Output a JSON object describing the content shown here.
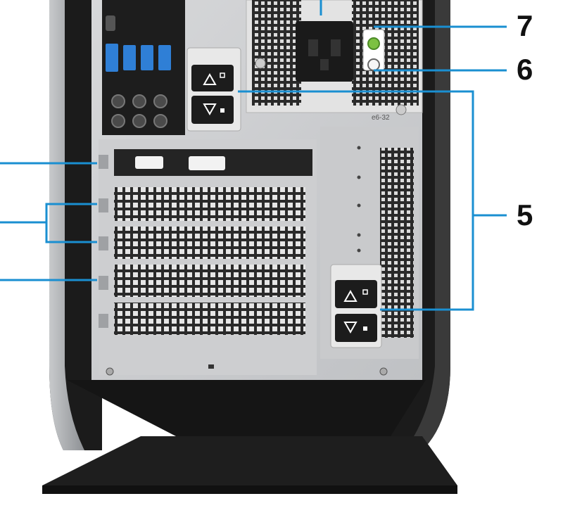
{
  "diagram": {
    "callouts": [
      {
        "id": "callout-7",
        "label": "7"
      },
      {
        "id": "callout-6",
        "label": "6"
      },
      {
        "id": "callout-5",
        "label": "5"
      }
    ],
    "marks": {
      "screw_label": "e6-32"
    },
    "colors": {
      "callout_line": "#1a8fd1",
      "usb_blue": "#2f7fd6",
      "chassis_gray": "#cfd1d3",
      "tower_shell": "#1b1b1b",
      "led_green": "#7cc142"
    },
    "icons": {
      "up_arrow": "triangle-up-outline",
      "down_arrow": "triangle-down-outline",
      "unlock": "unlock-icon",
      "lock": "lock-icon"
    }
  }
}
